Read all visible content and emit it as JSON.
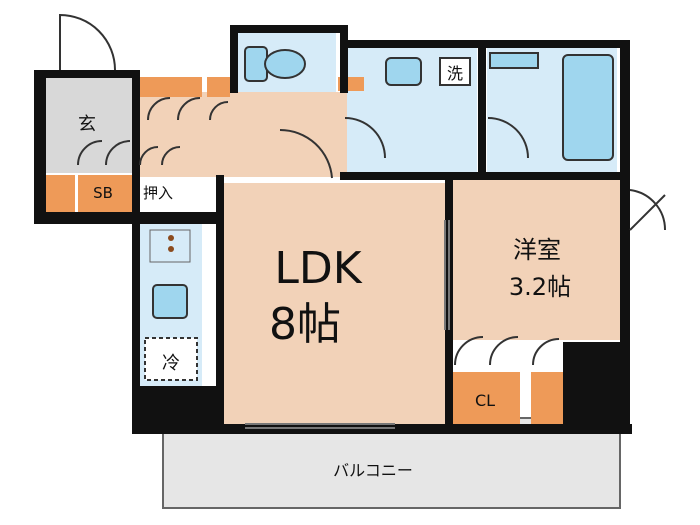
{
  "rooms": {
    "entrance": {
      "label": "玄"
    },
    "shoe_box": {
      "label": "SB"
    },
    "storage": {
      "label": "押入"
    },
    "laundry": {
      "label": "洗"
    },
    "fridge": {
      "label": "冷"
    },
    "ldk": {
      "label": "LDK",
      "size": "8帖"
    },
    "western_room": {
      "label": "洋室",
      "size": "3.2帖"
    },
    "closet": {
      "label": "CL"
    },
    "balcony": {
      "label": "バルコニー"
    }
  },
  "colors": {
    "wall": "#111111",
    "ldk_floor": "#f2d2b8",
    "corridor_floor": "#f2d2b8",
    "entrance_floor": "#d8d8d8",
    "wet_area_floor": "#d6ebf8",
    "storage": "#ee9a58",
    "balcony": "#e6e6e6"
  }
}
